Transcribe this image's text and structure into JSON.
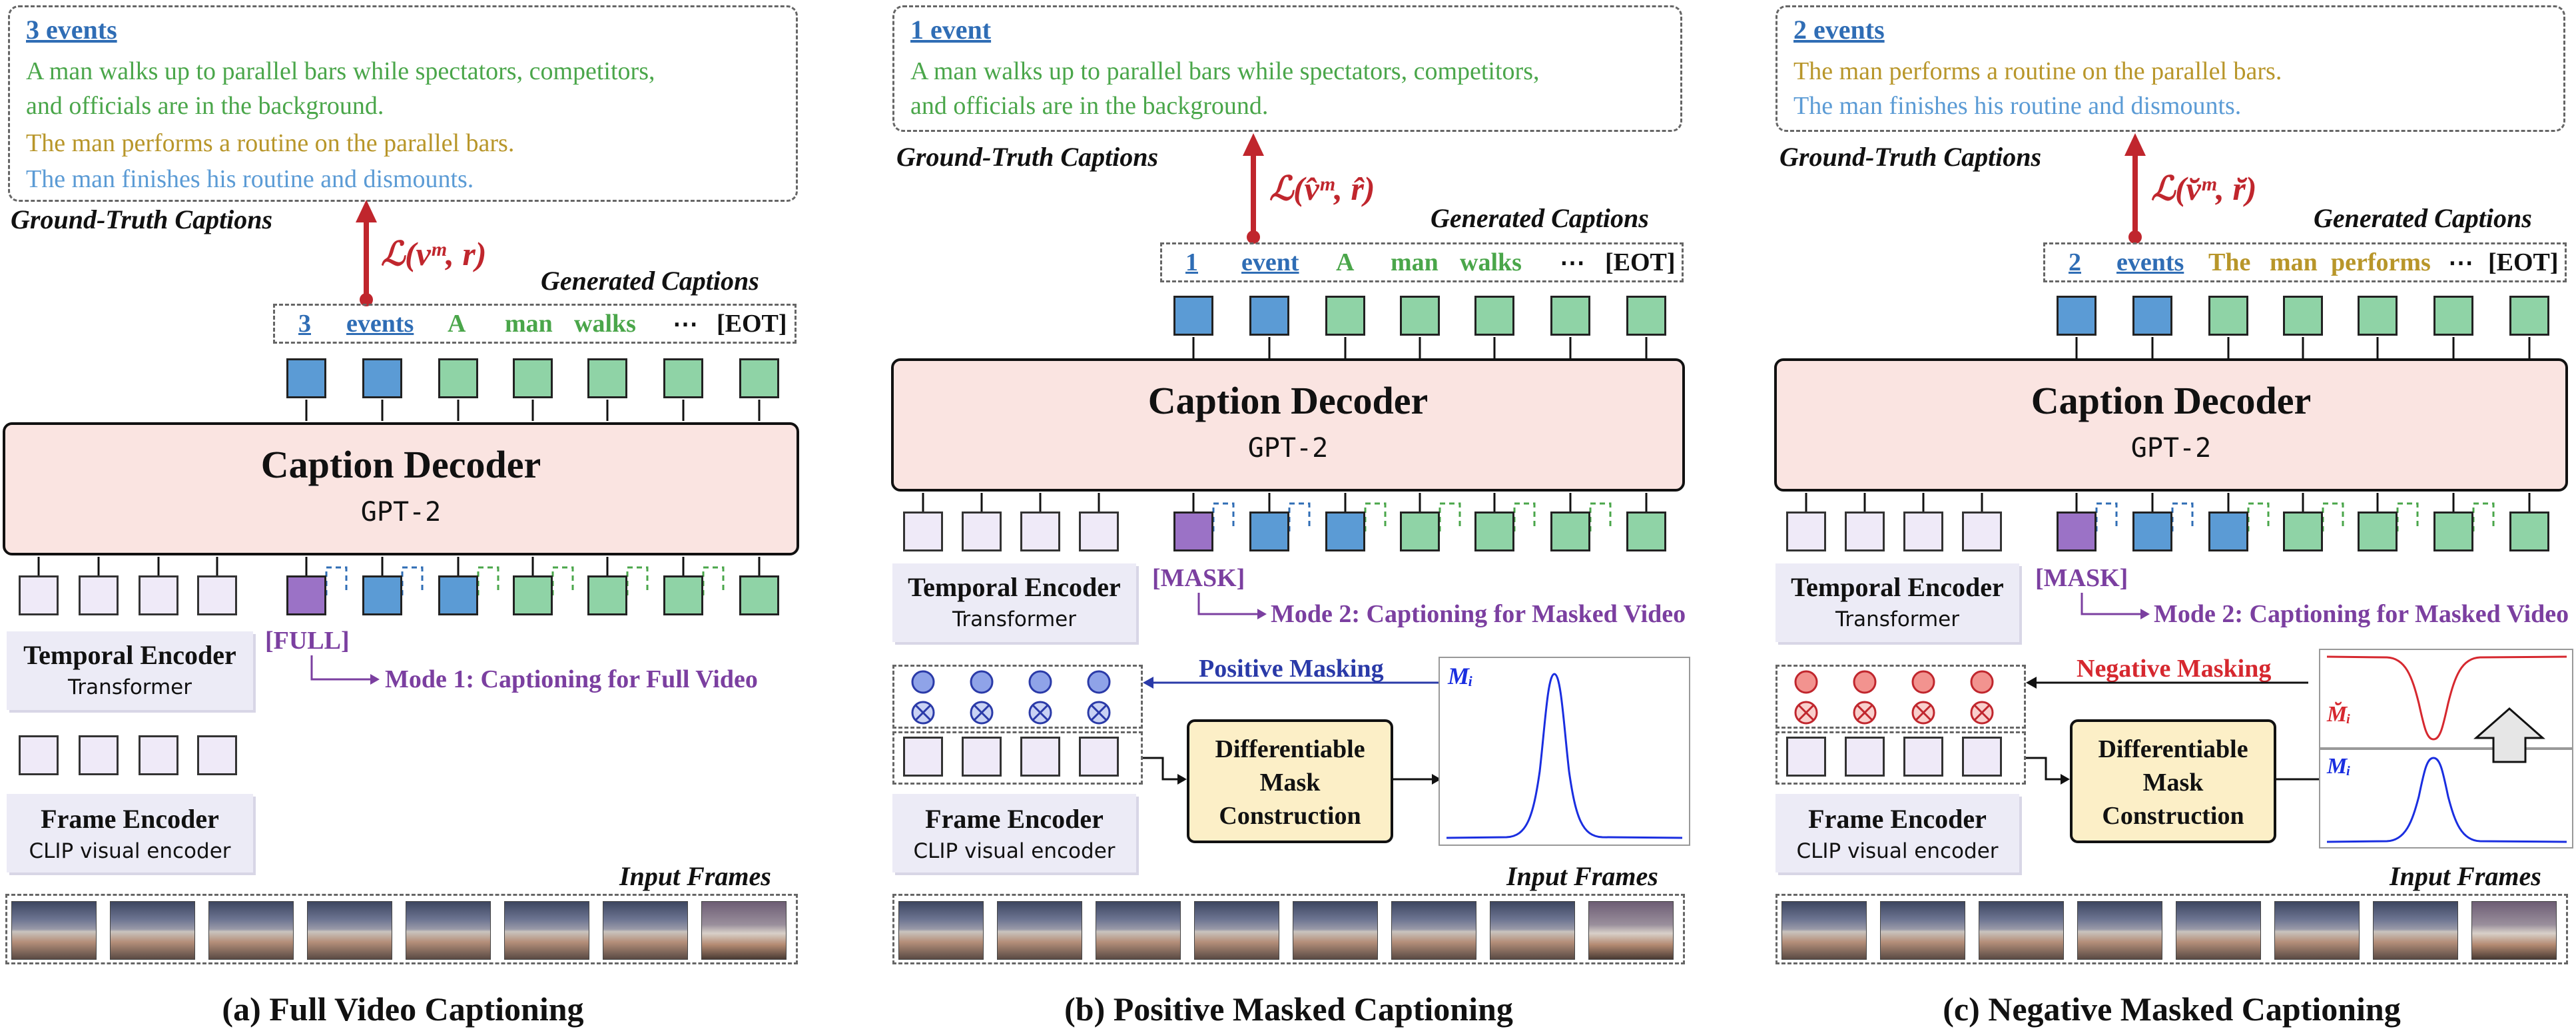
{
  "panels": [
    {
      "gt_box": {
        "title": "3 events",
        "lines": [
          {
            "text": "A man walks up to parallel bars while spectators, competitors,",
            "color": "green"
          },
          {
            "text": "and officials are in the background.",
            "color": "green"
          },
          {
            "text": "The man performs a routine on the parallel bars.",
            "color": "gold"
          },
          {
            "text": "The man finishes his routine and dismounts.",
            "color": "blue"
          }
        ]
      },
      "gt_label": "Ground-Truth Captions",
      "loss": "ℒ(vᵐ, r)",
      "gen_label": "Generated Captions",
      "tokens": [
        "3",
        "events",
        "A",
        "man",
        "walks",
        "⋯",
        "[EOT]"
      ],
      "decoder_title": "Caption Decoder",
      "decoder_sub": "GPT-2",
      "special_token": "[FULL]",
      "mode": "Mode 1: Captioning for Full Video",
      "temporal_title": "Temporal Encoder",
      "temporal_sub": "Transformer",
      "frame_title": "Frame Encoder",
      "frame_sub": "CLIP visual encoder",
      "caption": "(a) Full Video Captioning"
    },
    {
      "gt_box": {
        "title": "1 event",
        "lines": [
          {
            "text": "A man walks up to parallel bars while spectators, competitors,",
            "color": "green"
          },
          {
            "text": "and officials are in the background.",
            "color": "green"
          }
        ]
      },
      "gt_label": "Ground-Truth Captions",
      "loss": "ℒ(v̂ᵐ, r̂)",
      "gen_label": "Generated Captions",
      "tokens": [
        "1",
        "event",
        "A",
        "man",
        "walks",
        "⋯",
        "[EOT]"
      ],
      "decoder_title": "Caption Decoder",
      "decoder_sub": "GPT-2",
      "special_token": "[MASK]",
      "mode": "Mode 2: Captioning for Masked Video",
      "temporal_title": "Temporal Encoder",
      "temporal_sub": "Transformer",
      "masking_label": "Positive Masking",
      "mask_box": [
        "Differentiable",
        "Mask",
        "Construction"
      ],
      "plot_label": "Mᵢ",
      "frame_title": "Frame Encoder",
      "frame_sub": "CLIP visual encoder",
      "input_label": "Input Frames",
      "caption": "(b) Positive Masked Captioning"
    },
    {
      "gt_box": {
        "title": "2 events",
        "lines": [
          {
            "text": "The man performs a routine on the parallel bars.",
            "color": "gold"
          },
          {
            "text": "The man finishes his routine and dismounts.",
            "color": "blue"
          }
        ]
      },
      "gt_label": "Ground-Truth Captions",
      "loss": "ℒ(v̆ᵐ, r̆)",
      "gen_label": "Generated Captions",
      "tokens": [
        "2",
        "events",
        "The",
        "man",
        "performs",
        "⋯",
        "[EOT]"
      ],
      "decoder_title": "Caption Decoder",
      "decoder_sub": "GPT-2",
      "special_token": "[MASK]",
      "mode": "Mode 2: Captioning for Masked Video",
      "temporal_title": "Temporal Encoder",
      "temporal_sub": "Transformer",
      "masking_label": "Negative Masking",
      "mask_box": [
        "Differentiable",
        "Mask",
        "Construction"
      ],
      "plot_label_top": "M̆ᵢ",
      "plot_label_bottom": "Mᵢ",
      "frame_title": "Frame Encoder",
      "frame_sub": "CLIP visual encoder",
      "input_label": "Input Frames",
      "caption": "(c) Negative Masked Captioning"
    }
  ],
  "panel_a_input_label": "Input Frames",
  "colors": {
    "green": "#4aa64a",
    "gold": "#b8962a",
    "blue": "#2f6db5",
    "red": "#c0262d",
    "purple": "#7b3fa0",
    "decoder": "#fae4e1",
    "mask": "#fcefc7"
  }
}
